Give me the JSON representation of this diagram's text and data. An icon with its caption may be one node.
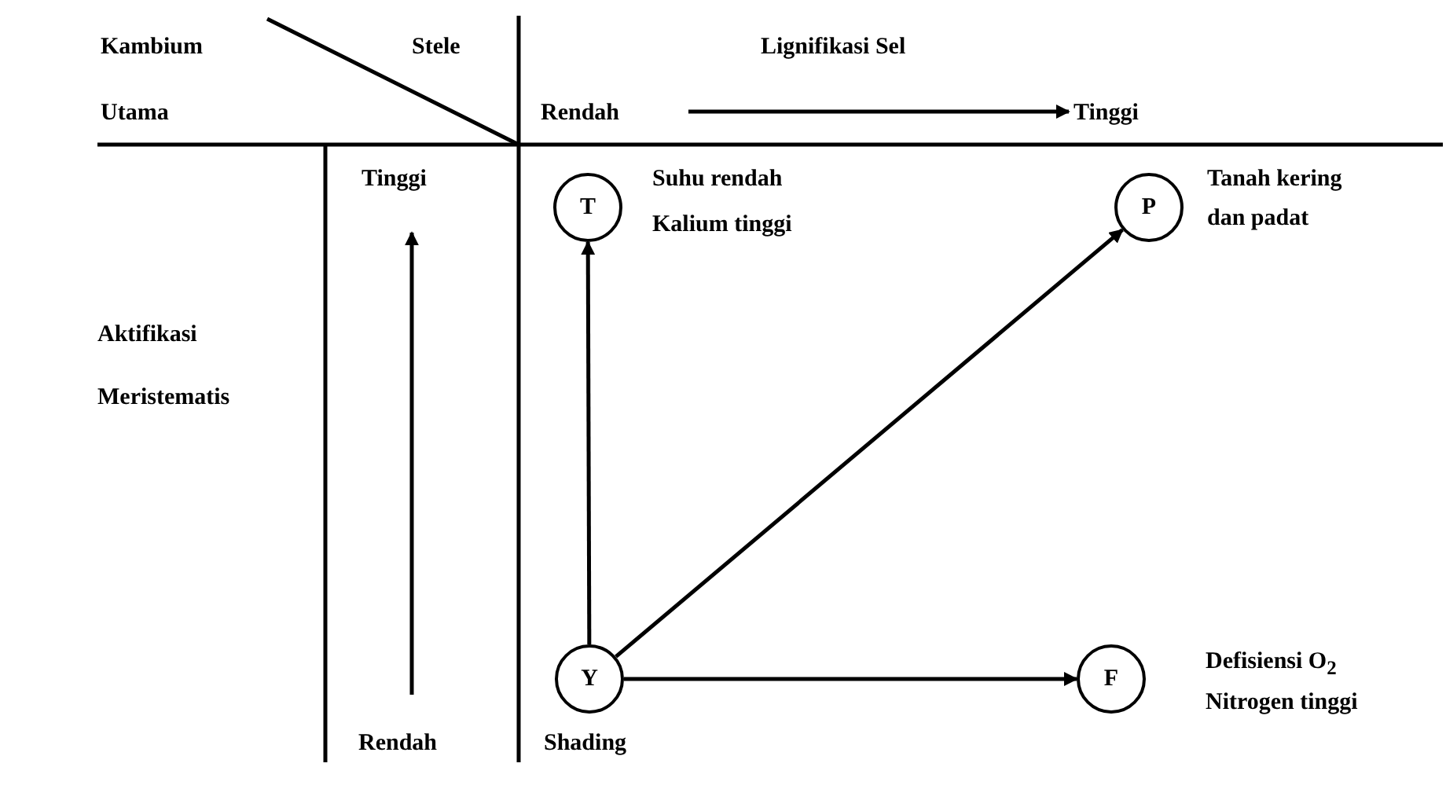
{
  "diagram": {
    "nodes": [
      {
        "text": [
          "T"
        ],
        "beside": [
          "Suhu rendah",
          "Kalium tinggi"
        ]
      },
      {
        "text": [
          "P"
        ],
        "beside": [
          "Tanah kering",
          "dan padat"
        ]
      },
      {
        "text": [
          "Y"
        ],
        "beside": [
          "Shading"
        ]
      },
      {
        "text": [
          "F"
        ],
        "beside": [
          "Defisiensi O$_{2}$",
          "Nitrogen tinggi"
        ]
      }
    ],
    "edges": [
      {
        "from": 2,
        "to": 0,
        "arrow": "to"
      },
      {
        "from": 2,
        "to": 1,
        "arrow": "to"
      },
      {
        "from": 2,
        "to": 3,
        "arrow": "to"
      }
    ],
    "labels": [
      "Kambium",
      "Stele",
      "Lignifikasi Sel",
      "Utama",
      "Rendah",
      "Tinggi",
      "Tinggi",
      "Aktifikasi",
      "Meristematis",
      "Rendah"
    ]
  }
}
